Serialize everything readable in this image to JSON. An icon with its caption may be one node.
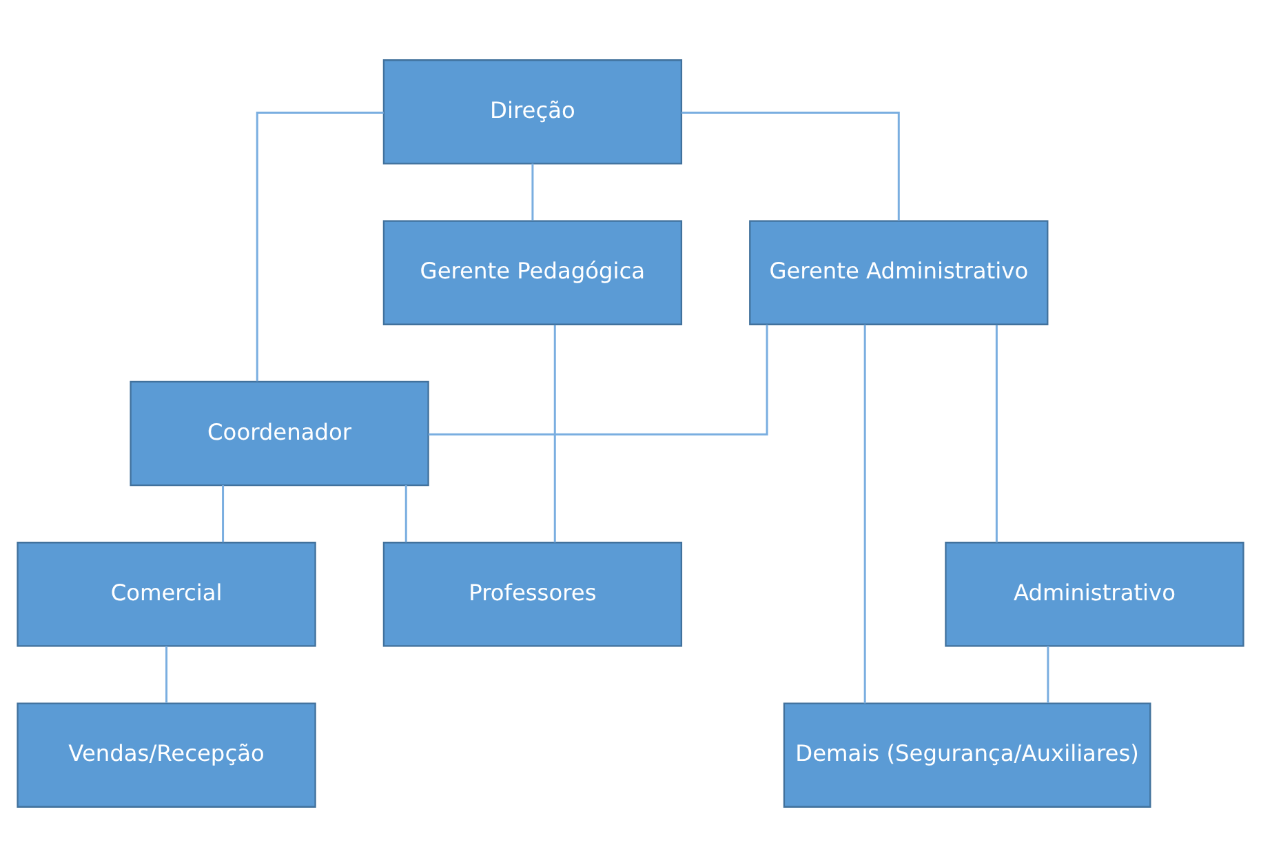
{
  "diagram": {
    "nodes": [
      {
        "text": [
          "Direção"
        ]
      },
      {
        "text": [
          "Gerente Administrativo"
        ]
      },
      {
        "text": [
          "Gerente Pedagógica"
        ]
      },
      {
        "text": [
          "Coordenador"
        ]
      },
      {
        "text": [
          "Administrativo"
        ]
      },
      {
        "text": [
          "Comercial"
        ]
      },
      {
        "text": [
          "Professores"
        ]
      },
      {
        "text": [
          "Demais (Segurança/Auxiliares)"
        ]
      },
      {
        "text": [
          "Vendas/Recepção"
        ]
      }
    ],
    "edges": [
      {
        "from": 0,
        "to": 1,
        "arrow": "none"
      },
      {
        "from": 0,
        "to": 2,
        "arrow": "none"
      },
      {
        "from": 0,
        "to": 3,
        "arrow": "none"
      },
      {
        "from": 1,
        "to": 4,
        "arrow": "none"
      },
      {
        "from": 1,
        "to": 3,
        "arrow": "none"
      },
      {
        "from": 1,
        "to": 7,
        "arrow": "none"
      },
      {
        "from": 2,
        "to": 6,
        "arrow": "none"
      },
      {
        "from": 3,
        "to": 6,
        "arrow": "none"
      },
      {
        "from": 3,
        "to": 5,
        "arrow": "none"
      },
      {
        "from": 4,
        "to": 7,
        "arrow": "none"
      },
      {
        "from": 5,
        "to": 8,
        "arrow": "none"
      }
    ]
  }
}
